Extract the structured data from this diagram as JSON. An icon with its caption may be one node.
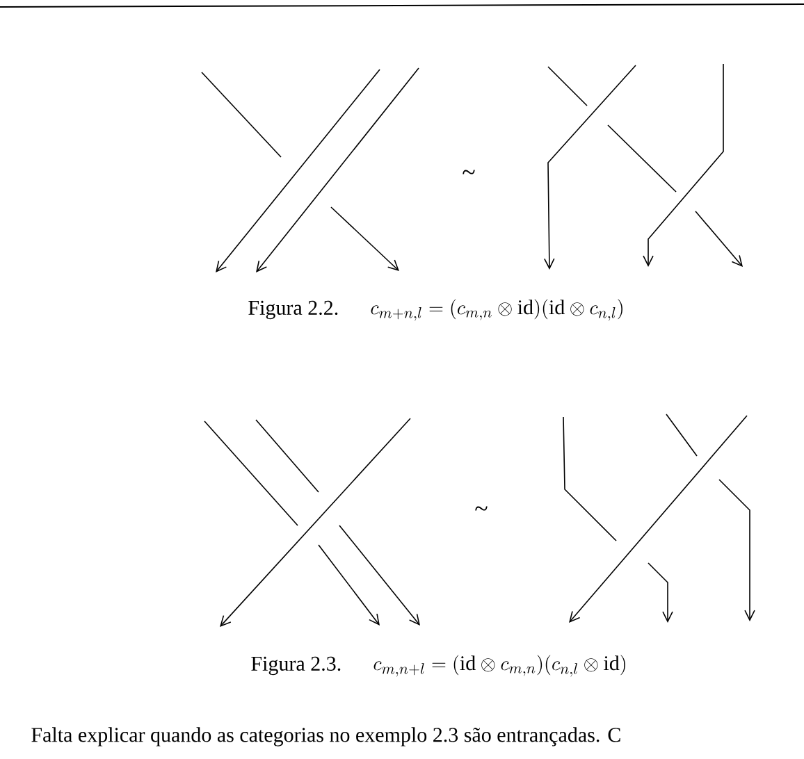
{
  "diagram": {
    "labels": [
      "~",
      "Figura 2.2.",
      "c_{m+n,l} = (c_{m,n} \\otimes \\mathrm{id})(\\mathrm{id} \\otimes c_{n,l})",
      "~",
      "Figura 2.3.",
      "c_{m,n+l} = (\\mathrm{id} \\otimes c_{m,n})(c_{n,l} \\otimes \\mathrm{id})",
      "Falta explicar quando as categorias no exemplo 2.3 são entrançadas. C"
    ]
  }
}
